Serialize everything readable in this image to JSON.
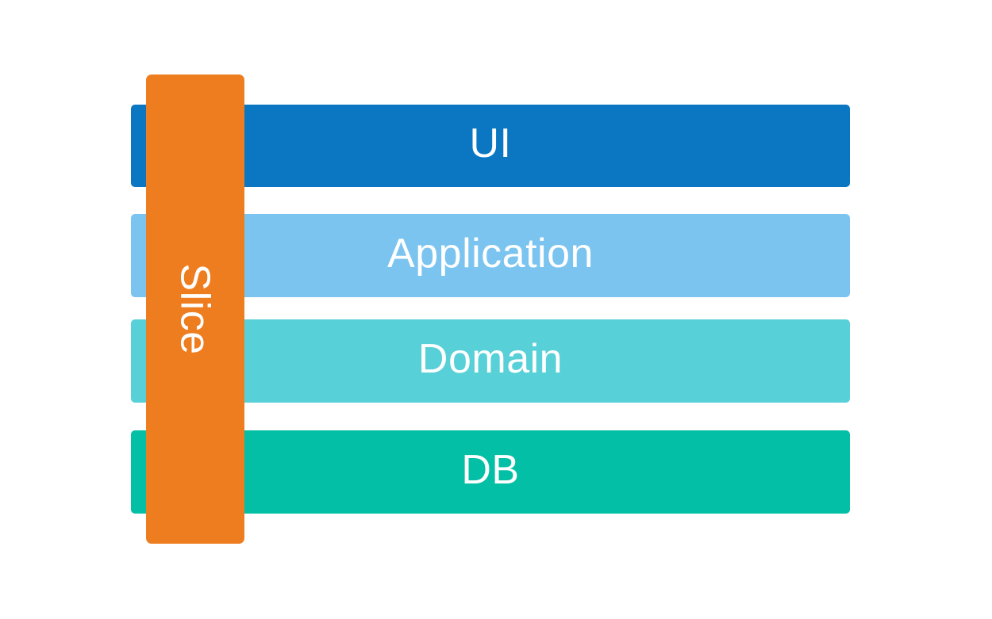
{
  "canvas": {
    "background_color": "#ffffff",
    "text_color": "#ffffff"
  },
  "diagram": {
    "type": "layered-architecture-with-vertical-slice",
    "layers": [
      {
        "id": "ui",
        "label": "UI",
        "color": "#0b77c2"
      },
      {
        "id": "application",
        "label": "Application",
        "color": "#7cc4f0"
      },
      {
        "id": "domain",
        "label": "Domain",
        "color": "#57d0d7"
      },
      {
        "id": "db",
        "label": "DB",
        "color": "#03bfa5"
      }
    ],
    "slice": {
      "id": "slice",
      "label": "Slice",
      "color": "#ee7d20",
      "orientation": "vertical"
    }
  }
}
